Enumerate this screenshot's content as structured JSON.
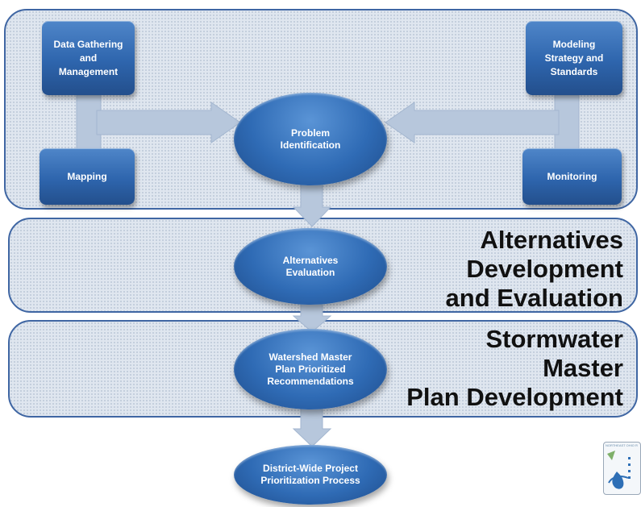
{
  "bands": {
    "top": {},
    "middle": {
      "title": [
        "Alternatives",
        "Development",
        "and  Evaluation"
      ]
    },
    "bottom": {
      "title": [
        "Stormwater",
        "Master",
        "Plan Development"
      ]
    }
  },
  "boxes": {
    "data_gathering": [
      "Data Gathering",
      "and",
      "Management"
    ],
    "mapping": [
      "Mapping"
    ],
    "modeling": [
      "Modeling",
      "Strategy and",
      "Standards"
    ],
    "monitoring": [
      "Monitoring"
    ]
  },
  "ellipses": {
    "problem": [
      "Problem",
      "Identification"
    ],
    "alternatives": [
      "Alternatives",
      "Evaluation"
    ],
    "watershed": [
      "Watershed Master",
      "Plan Prioritized",
      "Recommendations"
    ],
    "district": [
      "District-Wide Project",
      "Prioritization Process"
    ]
  },
  "logo": {
    "header": "NORTHEAST OHIO R"
  },
  "colors": {
    "node_blue": "#2f6bb5",
    "band_border": "#3f66a3",
    "band_fill": "#dfe6ef",
    "arrow": "#b7c7dc"
  }
}
